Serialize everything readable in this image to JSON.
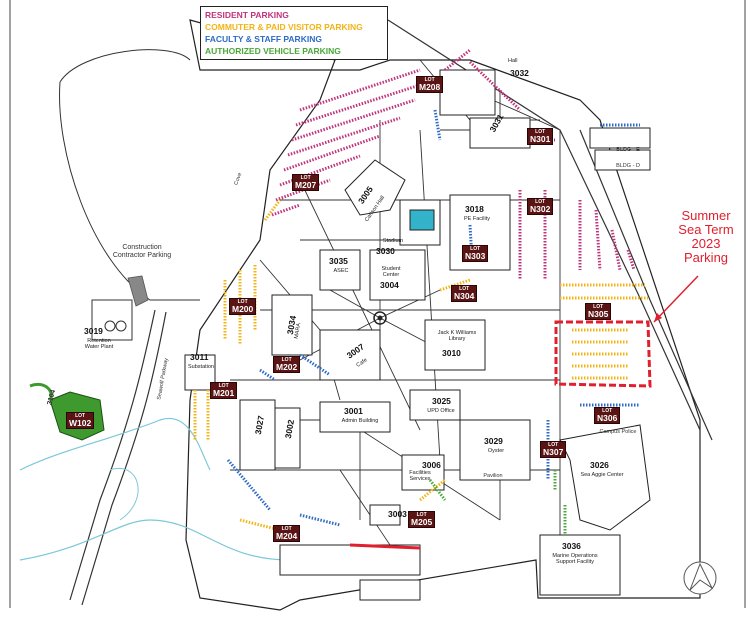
{
  "legend": {
    "items": [
      {
        "label": "RESIDENT PARKING",
        "color": "#c0347c"
      },
      {
        "label": "COMMUTER & PAID VISITOR PARKING",
        "color": "#f2b416"
      },
      {
        "label": "FACULTY & STAFF PARKING",
        "color": "#2e6bc6"
      },
      {
        "label": "AUTHORIZED VEHICLE PARKING",
        "color": "#4aa83a"
      }
    ]
  },
  "lot_prefix": "LOT",
  "lots": [
    {
      "id": "M208"
    },
    {
      "id": "N301"
    },
    {
      "id": "M207"
    },
    {
      "id": "N302"
    },
    {
      "id": "N303"
    },
    {
      "id": "N304"
    },
    {
      "id": "N305"
    },
    {
      "id": "M200"
    },
    {
      "id": "M202"
    },
    {
      "id": "M201"
    },
    {
      "id": "W102"
    },
    {
      "id": "N306"
    },
    {
      "id": "N307"
    },
    {
      "id": "M204"
    },
    {
      "id": "M205"
    }
  ],
  "buildings": [
    {
      "number": "3032",
      "name": "Hall"
    },
    {
      "number": "3031",
      "name": ""
    },
    {
      "number": "3005",
      "name": "Carlson Hall"
    },
    {
      "number": "3018",
      "name": "PE Facility"
    },
    {
      "number": "3030",
      "name": "Stadium"
    },
    {
      "number": "3035",
      "name": "ASEC"
    },
    {
      "number": "3004",
      "name": "Student Center"
    },
    {
      "number": "3034",
      "name": "MARA"
    },
    {
      "number": "3010",
      "name": "Jack K Williams Library"
    },
    {
      "number": "3011",
      "name": "Substation"
    },
    {
      "number": "3007",
      "name": "Cafe"
    },
    {
      "number": "3025",
      "name": "UPD Office"
    },
    {
      "number": "3027",
      "name": ""
    },
    {
      "number": "3002",
      "name": ""
    },
    {
      "number": "3001",
      "name": "Admin Building"
    },
    {
      "number": "3029",
      "name": "Oyster"
    },
    {
      "number": "3006",
      "name": "Facilities Services"
    },
    {
      "number": "3026",
      "name": "Sea Aggie Center"
    },
    {
      "number": "3003",
      "name": ""
    },
    {
      "number": "3036",
      "name": "Marine Operations Support Facility"
    },
    {
      "number": "3019",
      "name": "Retention Water Plant"
    }
  ],
  "labels": {
    "construction": "Construction Contractor Parking",
    "bldg_e": "BLDG - E",
    "bldg_d": "BLDG - D",
    "campus_police": "Campus Police",
    "pavilion": "Pavilion",
    "road_3104": "3104",
    "road_seawolf": "Seawolf Parkway",
    "road_side": "Cove"
  },
  "callout": {
    "line1": "Summer",
    "line2": "Sea Term",
    "line3": "2023",
    "line4": "Parking",
    "color": "#e0202e"
  }
}
